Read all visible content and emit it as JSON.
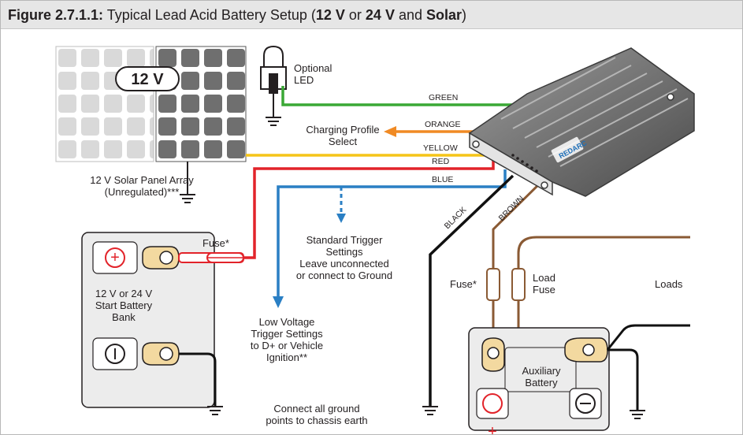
{
  "header": {
    "prefix": "Figure 2.7.1.1:",
    "text1": " Typical Lead Acid Battery Setup (",
    "v12": "12 V",
    "or": " or ",
    "v24": "24 V",
    "and": " and ",
    "solar": "Solar",
    "close": ")"
  },
  "solar": {
    "badge": "12 V",
    "caption_line1": "12 V Solar Panel Array",
    "caption_line2": "(Unregulated)***"
  },
  "led": {
    "line1": "Optional",
    "line2": "LED"
  },
  "profile": {
    "line1": "Charging Profile",
    "line2": "Select"
  },
  "wires": {
    "green": "GREEN",
    "orange": "ORANGE",
    "yellow": "YELLOW",
    "red": "RED",
    "blue": "BLUE",
    "black": "BLACK",
    "brown": "BROWN"
  },
  "start_battery": {
    "line1": "12 V or 24 V",
    "line2": "Start Battery",
    "line3": "Bank",
    "plus": "+"
  },
  "fuse_start": "Fuse*",
  "standard_trigger": {
    "title1": "Standard Trigger",
    "title2": "Settings",
    "line1": "Leave unconnected",
    "line2": "or connect to Ground"
  },
  "low_voltage": {
    "title1": "Low Voltage",
    "title2": "Trigger Settings",
    "line1": "to D+ or Vehicle",
    "line2": "Ignition**"
  },
  "ground_note": {
    "line1": "Connect all ground",
    "line2": "points to chassis earth"
  },
  "aux_fuse": "Fuse*",
  "load_fuse": {
    "line1": "Load",
    "line2": "Fuse"
  },
  "loads": "Loads",
  "aux_battery": {
    "line1": "Auxiliary",
    "line2": "Battery",
    "plus": "+"
  },
  "device": {
    "brand": "REDARC"
  },
  "colors": {
    "green": "#3aa835",
    "orange": "#f08a24",
    "yellow": "#f5c518",
    "red": "#e2232a",
    "blue": "#2a7fc4",
    "brown": "#8a5a34",
    "black": "#111111"
  }
}
